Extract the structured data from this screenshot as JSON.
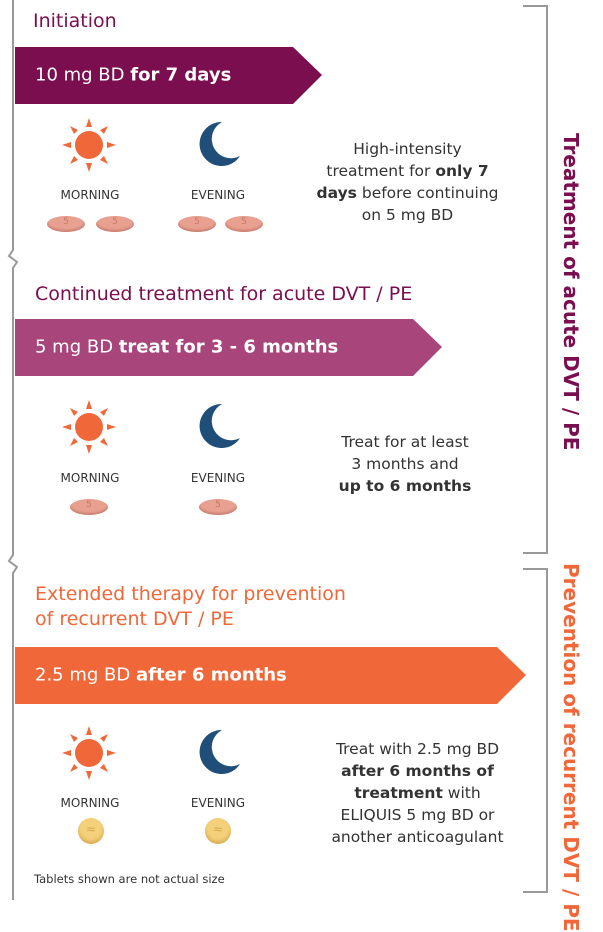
{
  "initiation": {
    "title": "Initiation",
    "arrow_regular": "10 mg BD ",
    "arrow_bold": "for 7 days",
    "morning": "MORNING",
    "evening": "EVENING",
    "desc_1": "High-intensity",
    "desc_2": "treatment for ",
    "desc_2_bold": "only 7",
    "desc_3_bold": "days",
    "desc_3": " before continuing",
    "desc_4": "on 5 mg BD"
  },
  "continued": {
    "title": "Continued treatment for acute DVT / PE",
    "arrow_regular": "5 mg BD ",
    "arrow_bold": "treat for 3 - 6 months",
    "morning": "MORNING",
    "evening": "EVENING",
    "desc_1": "Treat for at least",
    "desc_2": "3 months and",
    "desc_3_bold": "up to 6 months"
  },
  "extended": {
    "title_1": "Extended therapy for prevention",
    "title_2": "of recurrent DVT / PE",
    "arrow_regular": "2.5 mg BD ",
    "arrow_bold": "after 6 months",
    "morning": "MORNING",
    "evening": "EVENING",
    "desc_1": "Treat with 2.5 mg BD",
    "desc_2_bold": "after 6 months of",
    "desc_3_bold": "treatment",
    "desc_3": " with",
    "desc_4": "ELIQUIS 5 mg BD or",
    "desc_5": "another anticoagulant"
  },
  "side_labels": {
    "treatment": "Treatment of acute DVT / PE",
    "prevention": "Prevention of recurrent DVT / PE"
  },
  "footnote": "Tablets shown are not actual size",
  "colors": {
    "initiation": "#7a0e4e",
    "continued": "#a8467c",
    "extended": "#f0683a",
    "sun": "#f0683a",
    "moon": "#1f4e79",
    "bracket": "#999999"
  },
  "icons": {
    "morning": "sun-icon",
    "evening": "moon-icon",
    "tablet": "tablet-icon"
  }
}
